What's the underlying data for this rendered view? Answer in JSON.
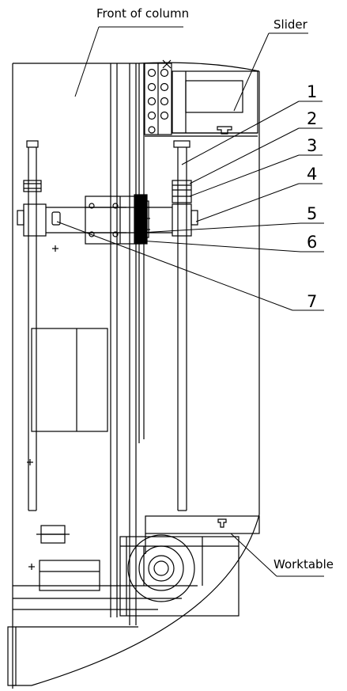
{
  "labels": {
    "front_of_column": "Front of column",
    "slider": "Slider",
    "worktable": "Worktable"
  },
  "callouts": [
    "1",
    "2",
    "3",
    "4",
    "5",
    "6",
    "7"
  ],
  "colors": {
    "ink": "#000000",
    "paper": "#ffffff"
  }
}
